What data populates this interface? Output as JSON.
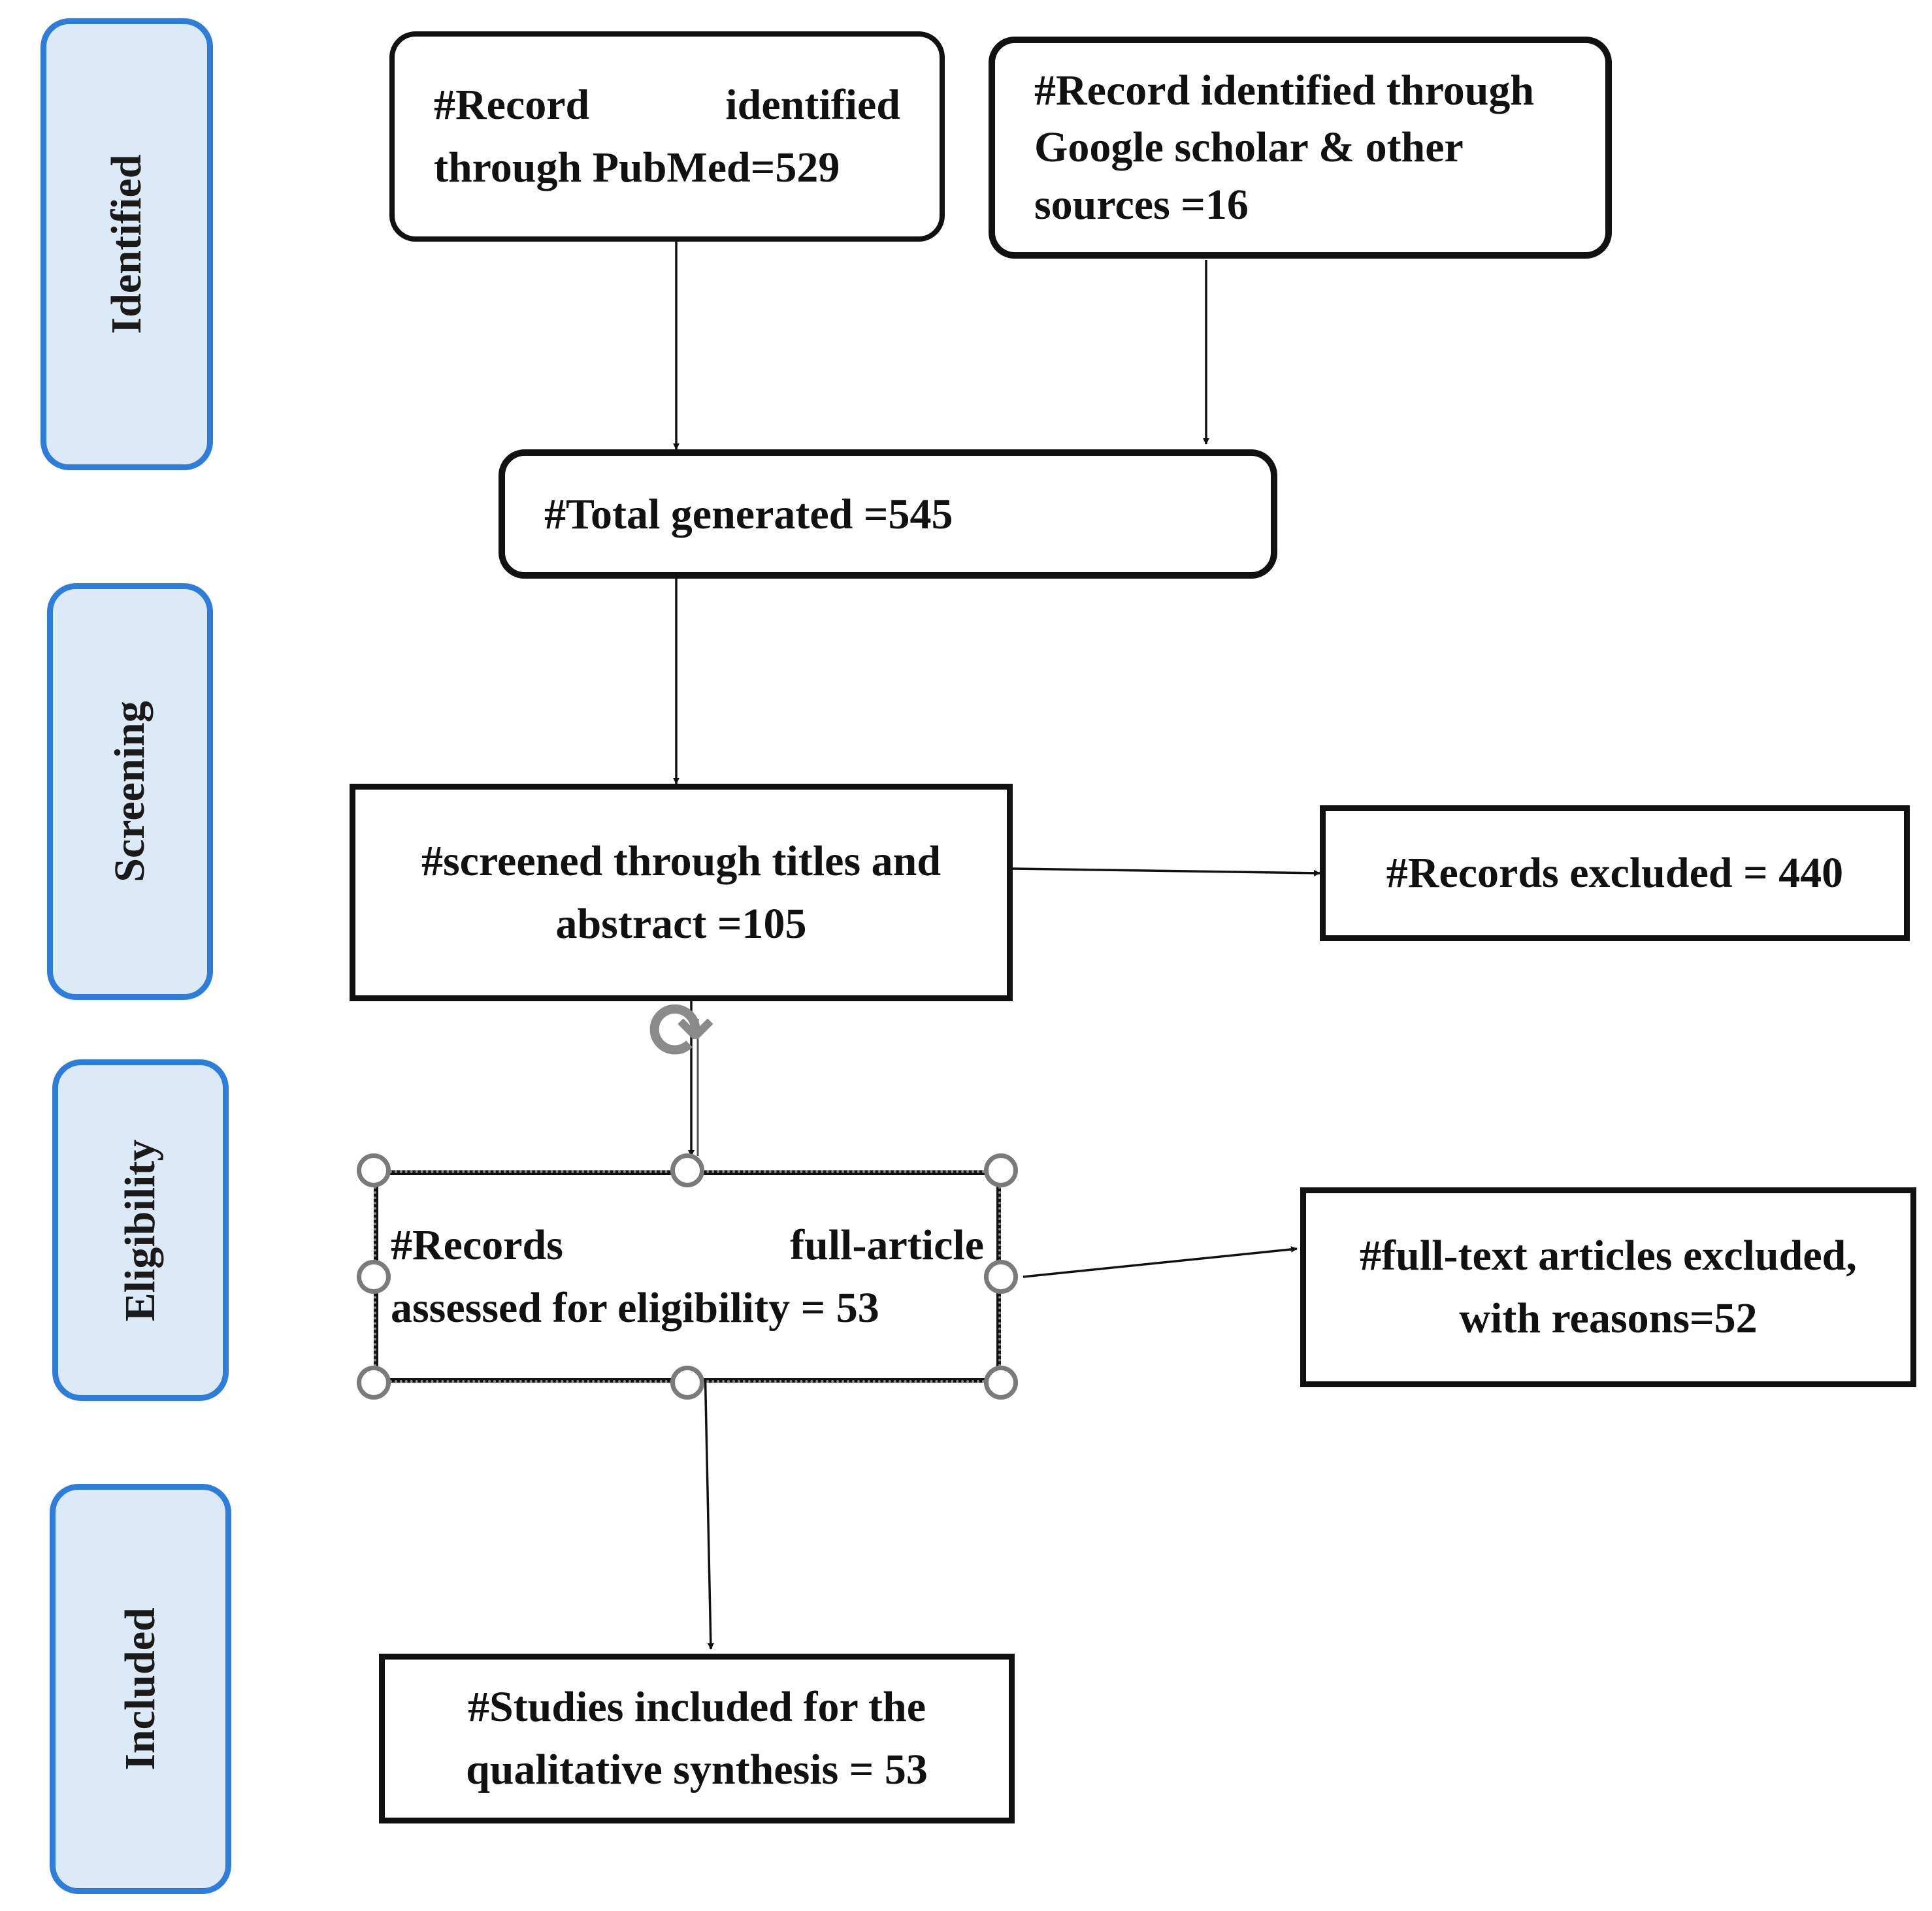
{
  "stages": {
    "identified": "Identified",
    "screening": "Screening",
    "eligibility": "Eligibility",
    "included": "Included"
  },
  "boxes": {
    "pubmed": {
      "line1": "#Record identified",
      "line2": "through PubMed=529"
    },
    "google": {
      "line1": "#Record identified through",
      "line2": "Google scholar & other",
      "line3": "sources =16"
    },
    "total": {
      "line1": "#Total generated =545"
    },
    "screened": {
      "line1": "#screened through titles and",
      "line2": "abstract =105"
    },
    "excluded": {
      "line1": "#Records excluded = 440"
    },
    "fulltext": {
      "line1": "#Records full-article",
      "line2": "assessed for eligibility = 53"
    },
    "fulltext_excluded": {
      "line1": "#full-text articles excluded,",
      "line2": "with reasons=52"
    },
    "studies": {
      "line1": "#Studies included for the",
      "line2": "qualitative synthesis = 53"
    }
  },
  "icons": {
    "rotate_handle": "rotate-icon",
    "resize_handle": "resize-handle-icon"
  },
  "colors": {
    "stage_fill": "#dce9f6",
    "stage_border": "#2f7ddb",
    "box_border": "#111111"
  }
}
